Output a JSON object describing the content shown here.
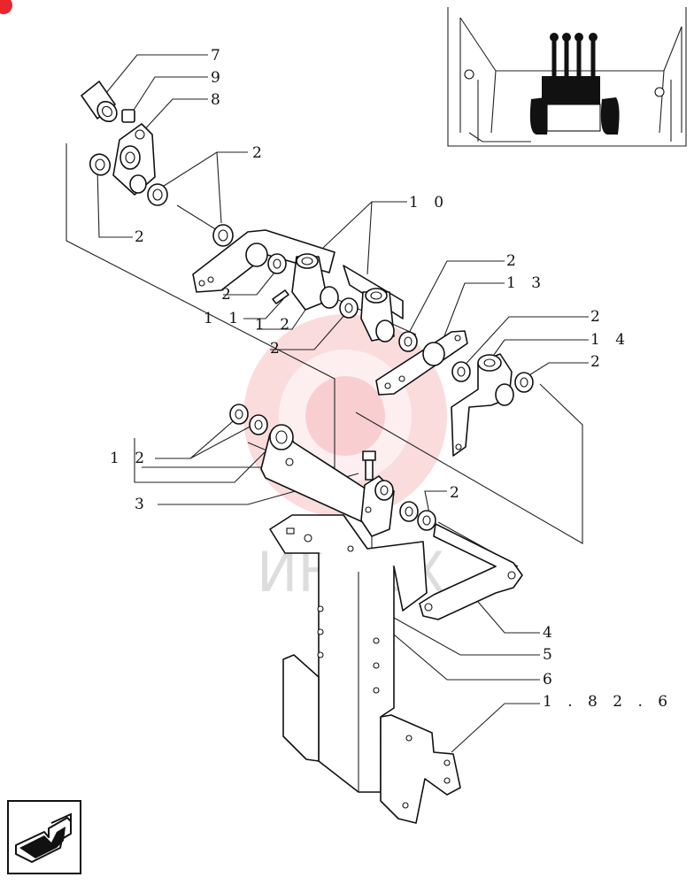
{
  "watermark": {
    "text": "ИНТЕХ",
    "color": "#e8262b"
  },
  "callouts": {
    "c7": "7",
    "c9": "9",
    "c8": "8",
    "c2_top": "2",
    "c2_left": "2",
    "c10": "1 0",
    "c2_mid": "2",
    "c11": "1 1",
    "c12_mid": "1 2",
    "c2_low": "2",
    "c2_right1": "2",
    "c13": "1 3",
    "c2_right2": "2",
    "c14": "1 4",
    "c2_right3": "2",
    "c12_left": "1 2",
    "c3": "3",
    "c2_bottom": "2",
    "c4": "4",
    "c5": "5",
    "c6": "6",
    "ref": "1 . 8 2 . 6"
  },
  "nav_icon": "return-arrow-icon"
}
